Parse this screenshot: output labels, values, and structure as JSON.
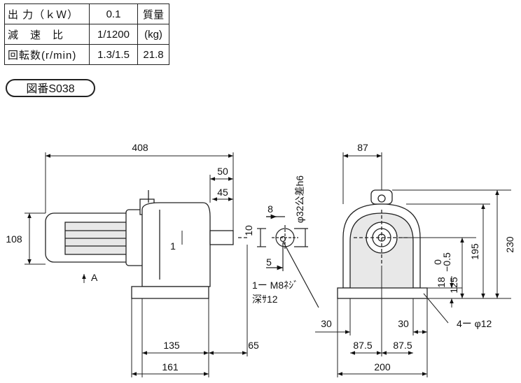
{
  "spec_table": {
    "output_label": "出 力（ｋＷ）",
    "output_value": "0.1",
    "mass_label": "質量",
    "ratio_label": "減　速　比",
    "ratio_value": "1/1200",
    "mass_unit": "(kg)",
    "speed_label": "回転数(r/min)",
    "speed_value": "1.3/1.5",
    "mass_value": "21.8"
  },
  "drawing_number": "図番S038",
  "dimensions": {
    "overall_length": "408",
    "shaft_50": "50",
    "shaft_45": "45",
    "height_108": "108",
    "dim_1": "1",
    "view_arrow": "A",
    "base_135": "135",
    "base_65": "65",
    "base_161": "161",
    "key_8": "8",
    "key_10": "10",
    "key_5": "5",
    "shaft_dia": "φ32公差h6",
    "tap_note_1": "1ー M8ﾈｼﾞ",
    "tap_note_2": "深ｻ12",
    "top_87": "87",
    "h_230": "230",
    "h_195": "195",
    "tol": "0\n−0.5",
    "tol_top": "0",
    "tol_bot": "−0.5",
    "h_125": "125",
    "h_18": "18",
    "holes": "4ー φ12",
    "w_30_left": "30",
    "w_30_right": "30",
    "w_87_5_left": "87.5",
    "w_87_5_right": "87.5",
    "w_200": "200"
  }
}
